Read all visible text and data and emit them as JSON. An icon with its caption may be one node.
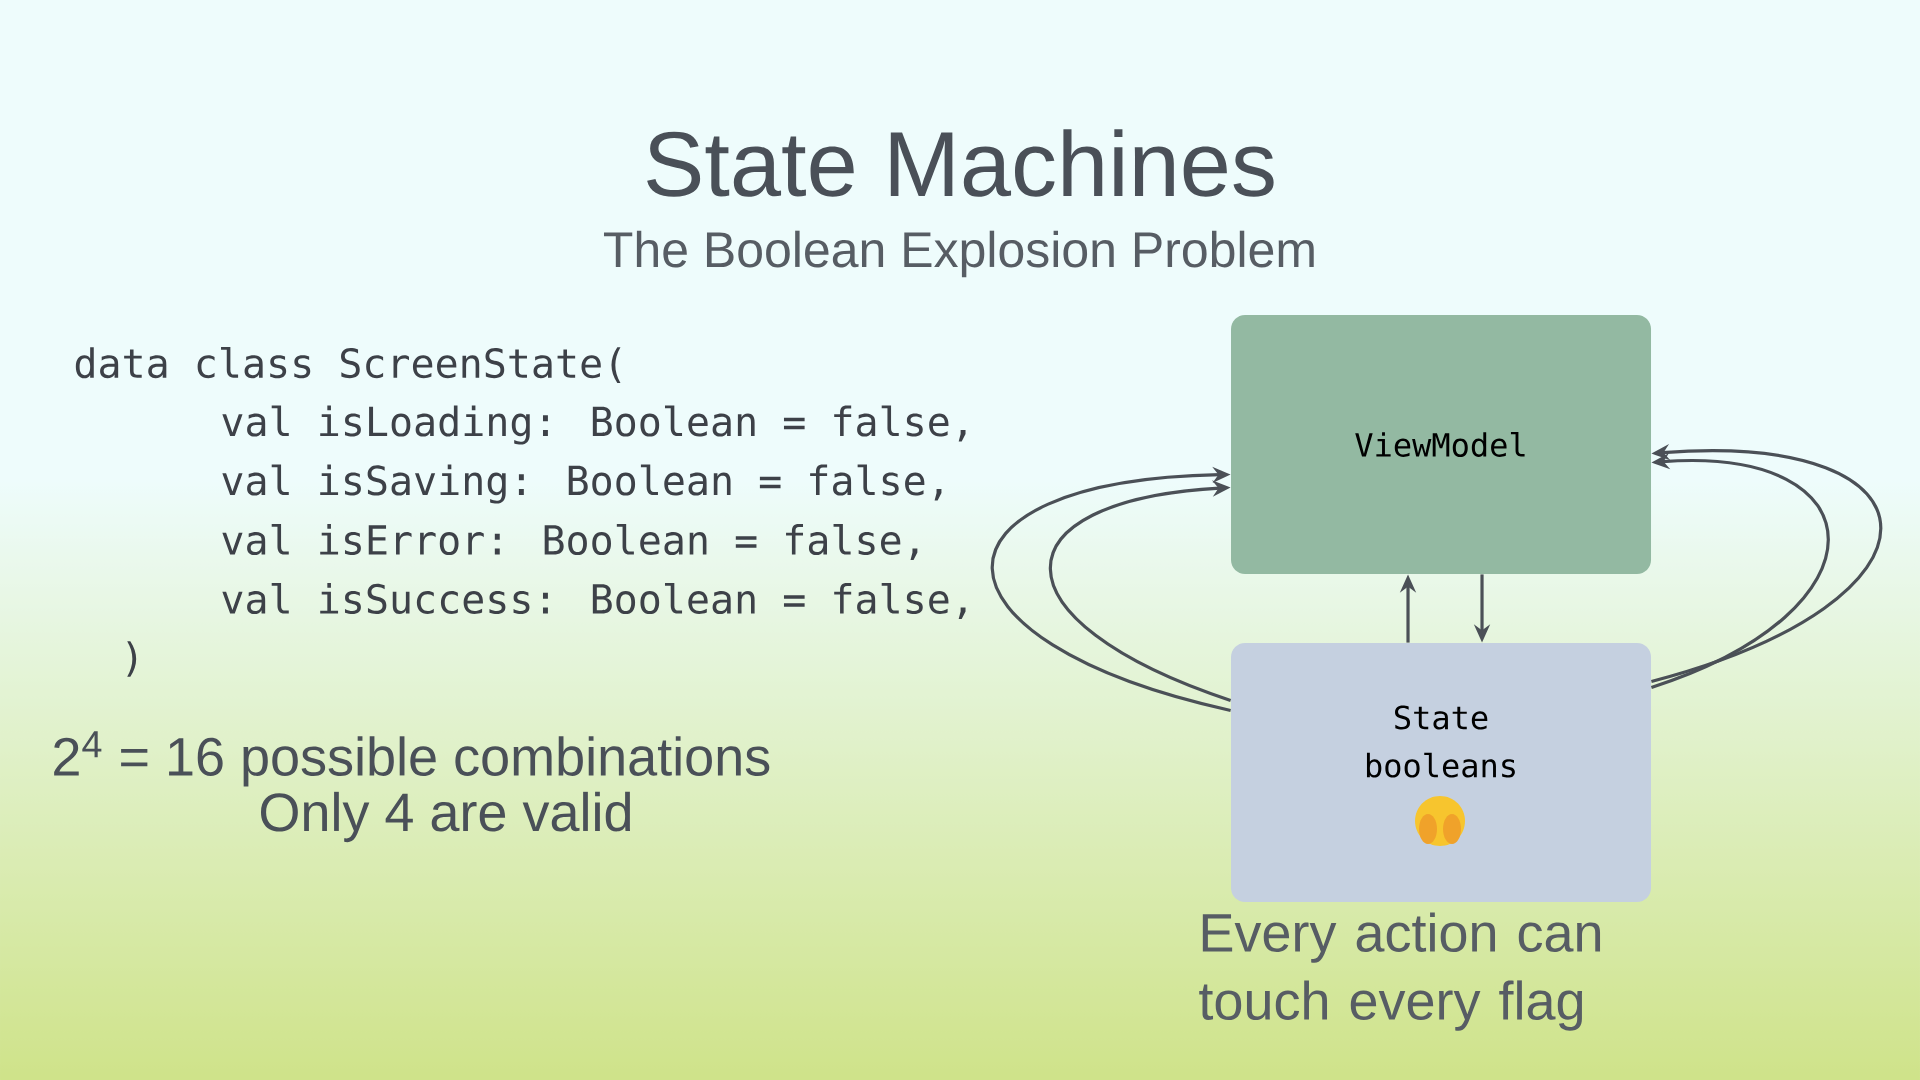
{
  "diagram": {
    "title": "State Machines",
    "nodes": [
      {
        "text": [
          "ViewModel"
        ]
      },
      {
        "text": [
          "State booleans"
        ],
        "beside": [
          "Every action can touch every flag"
        ]
      }
    ],
    "edges": [
      {
        "from": 1,
        "to": 0,
        "arrow": "to"
      },
      {
        "from": 0,
        "to": 1,
        "arrow": "to"
      },
      {
        "from": 1,
        "to": 0,
        "arrow": "to"
      },
      {
        "from": 1,
        "to": 0,
        "arrow": "to"
      },
      {
        "from": 1,
        "to": 0,
        "arrow": "to"
      },
      {
        "from": 1,
        "to": 0,
        "arrow": "to"
      }
    ],
    "labels": [
      "The Boolean Explosion Problem",
      "data class ScreenState(",
      "val isLoading: Boolean = false,",
      "val isSaving: Boolean = false,",
      "val isError: Boolean = false,",
      "val isSuccess: Boolean = false,",
      ")",
      "2$^{4}$ = 16 possible combinations",
      "Only 4 are valid"
    ]
  }
}
